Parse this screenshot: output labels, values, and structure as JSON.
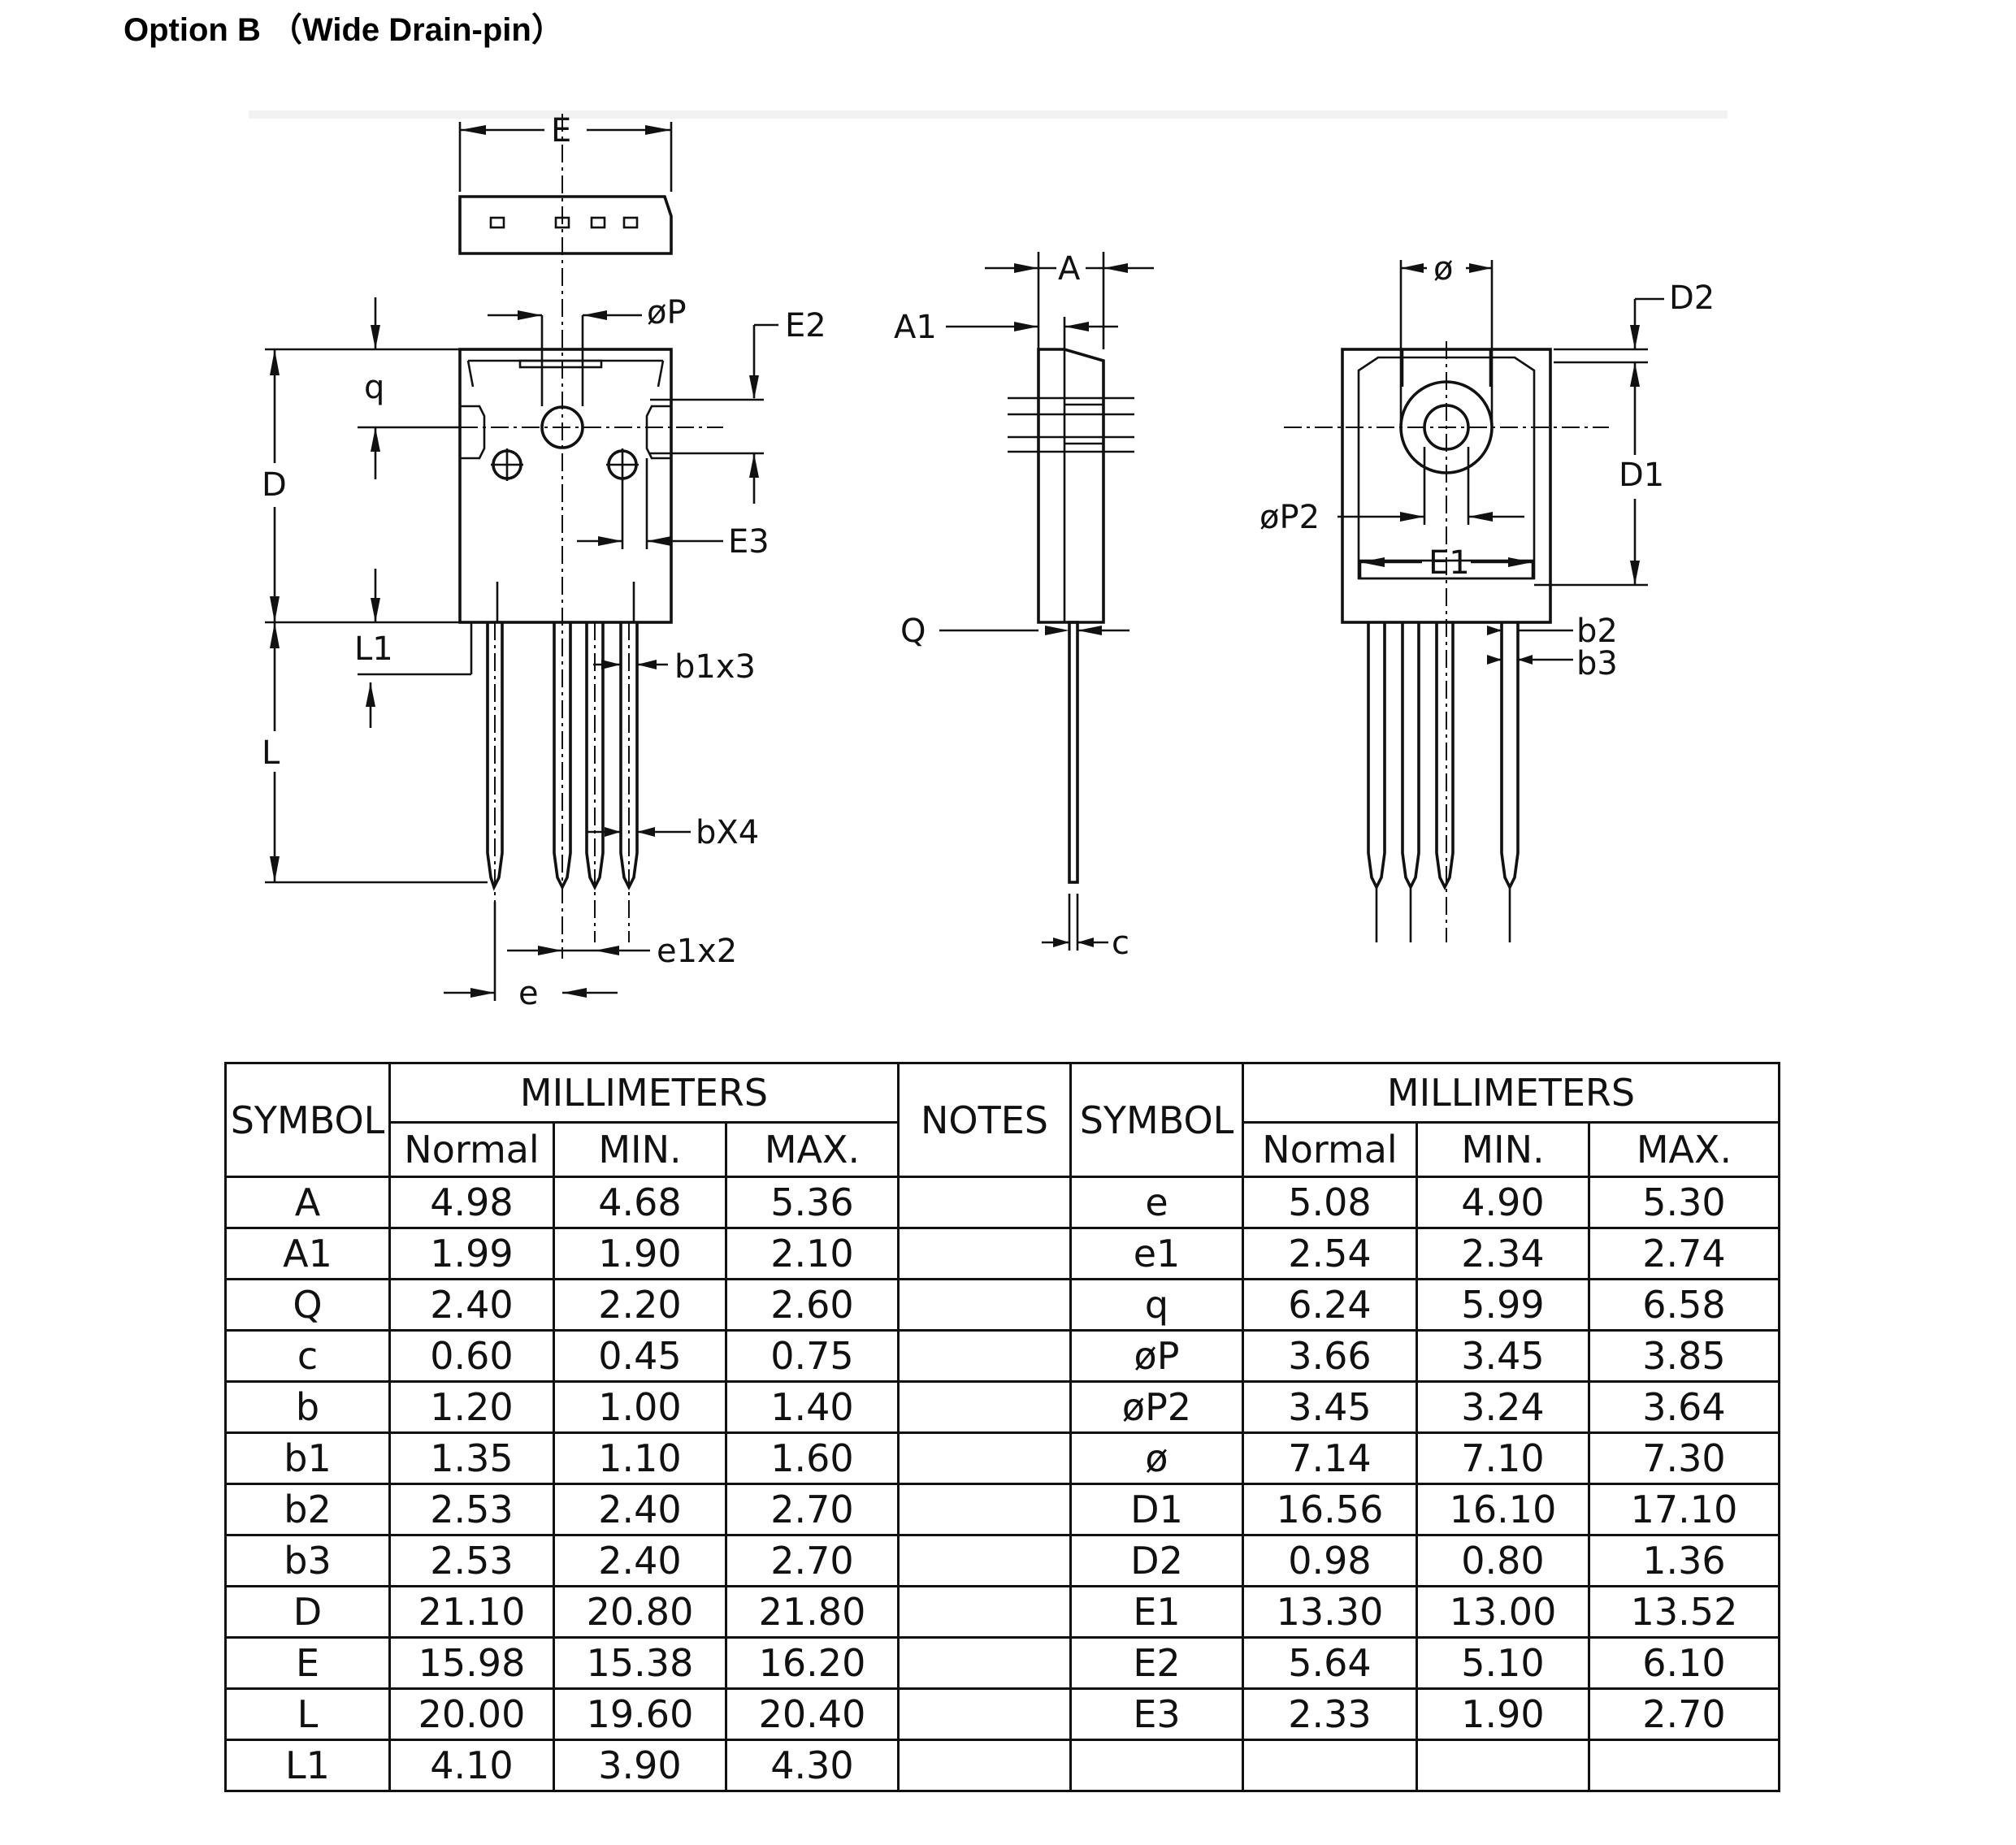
{
  "page": {
    "title": "Option B （Wide Drain-pin）"
  },
  "drawing_labels": {
    "E": "E",
    "phiP": "øP",
    "E2": "E2",
    "A1": "A1",
    "A": "A",
    "phi": "ø",
    "D2": "D2",
    "q": "q",
    "D": "D",
    "D1": "D1",
    "phiP2": "øP2",
    "E3": "E3",
    "E1": "E1",
    "L1": "L1",
    "Q": "Q",
    "b2": "b2",
    "b3": "b3",
    "b1x3": "b1x3",
    "L": "L",
    "bX4": "bX4",
    "e1x2": "e1x2",
    "c": "c",
    "e": "e"
  },
  "table": {
    "symbol_header": "SYMBOL",
    "mm_header": "MILLIMETERS",
    "notes_header": "NOTES",
    "sub_headers": [
      "Normal",
      "MIN.",
      "MAX."
    ],
    "left_rows": [
      [
        "A",
        "4.98",
        "4.68",
        "5.36"
      ],
      [
        "A1",
        "1.99",
        "1.90",
        "2.10"
      ],
      [
        "Q",
        "2.40",
        "2.20",
        "2.60"
      ],
      [
        "c",
        "0.60",
        "0.45",
        "0.75"
      ],
      [
        "b",
        "1.20",
        "1.00",
        "1.40"
      ],
      [
        "b1",
        "1.35",
        "1.10",
        "1.60"
      ],
      [
        "b2",
        "2.53",
        "2.40",
        "2.70"
      ],
      [
        "b3",
        "2.53",
        "2.40",
        "2.70"
      ],
      [
        "D",
        "21.10",
        "20.80",
        "21.80"
      ],
      [
        "E",
        "15.98",
        "15.38",
        "16.20"
      ],
      [
        "L",
        "20.00",
        "19.60",
        "20.40"
      ],
      [
        "L1",
        "4.10",
        "3.90",
        "4.30"
      ]
    ],
    "right_rows": [
      [
        "e",
        "5.08",
        "4.90",
        "5.30"
      ],
      [
        "e1",
        "2.54",
        "2.34",
        "2.74"
      ],
      [
        "q",
        "6.24",
        "5.99",
        "6.58"
      ],
      [
        "øP",
        "3.66",
        "3.45",
        "3.85"
      ],
      [
        "øP2",
        "3.45",
        "3.24",
        "3.64"
      ],
      [
        "ø",
        "7.14",
        "7.10",
        "7.30"
      ],
      [
        "D1",
        "16.56",
        "16.10",
        "17.10"
      ],
      [
        "D2",
        "0.98",
        "0.80",
        "1.36"
      ],
      [
        "E1",
        "13.30",
        "13.00",
        "13.52"
      ],
      [
        "E2",
        "5.64",
        "5.10",
        "6.10"
      ],
      [
        "E3",
        "2.33",
        "1.90",
        "2.70"
      ],
      [
        "",
        "",
        "",
        ""
      ]
    ]
  }
}
